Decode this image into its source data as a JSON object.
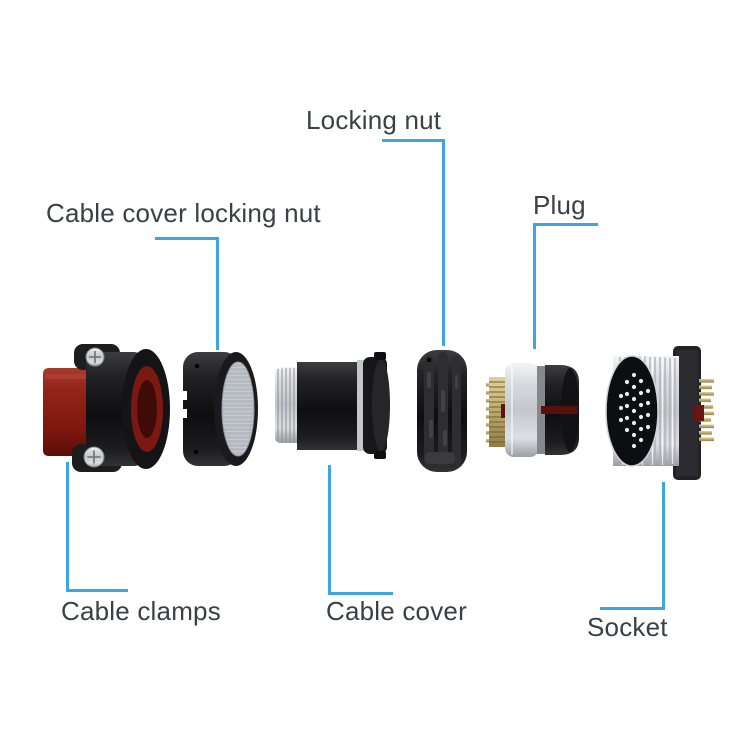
{
  "colors": {
    "background": "#ffffff",
    "leader_line": "#3da5e2",
    "label_text": "#3b4046",
    "cable_entry_red": "#8d2018",
    "connector_black": "#1a1a1c",
    "metal_silver": "#c9cdd2",
    "contacts_gold": "#c3ae6e",
    "seal_red": "#6b1411"
  },
  "labels": {
    "locking_nut": "Locking nut",
    "cable_cover_locking_nut": "Cable cover locking nut",
    "plug": "Plug",
    "cable_clamps": "Cable clamps",
    "cable_cover": "Cable cover",
    "socket": "Socket"
  },
  "parts_left_to_right": [
    "Cable clamps",
    "Cable cover locking nut",
    "Cable cover",
    "Locking nut",
    "Plug",
    "Socket"
  ]
}
